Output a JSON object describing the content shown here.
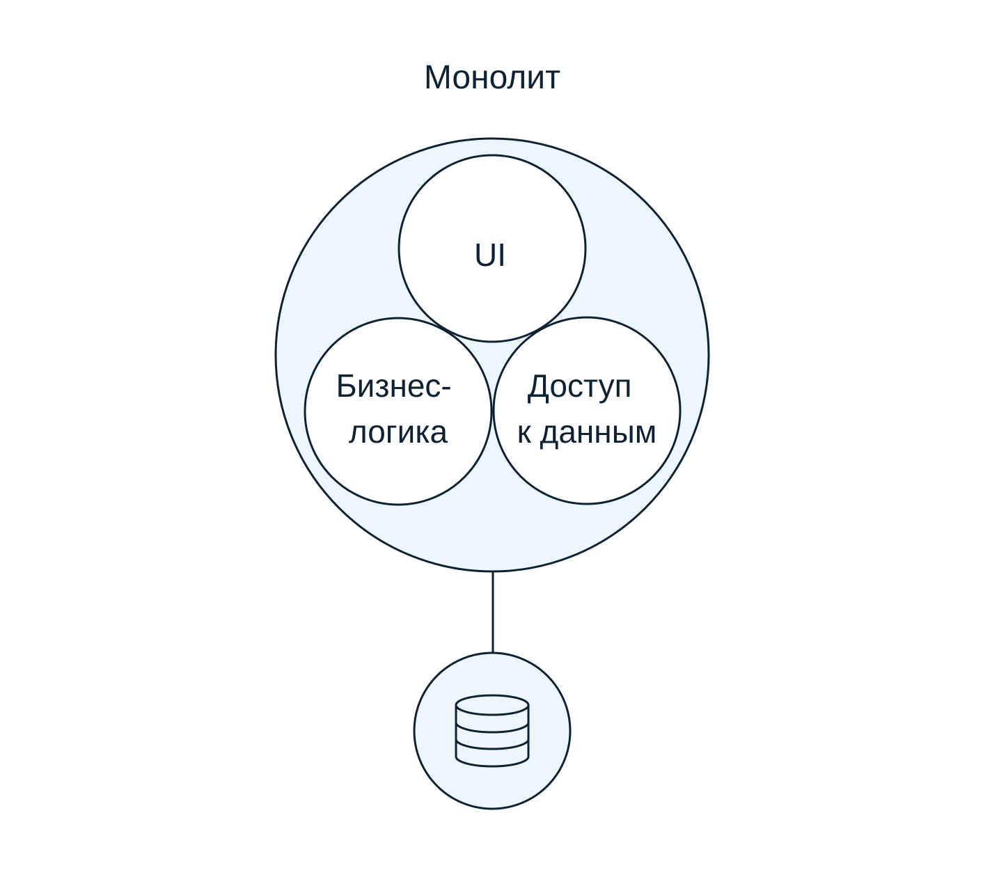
{
  "title": "Монолит",
  "colors": {
    "stroke": "#0f2233",
    "container_fill": "#eef6fd",
    "inner_fill": "#ffffff",
    "text": "#0f2233"
  },
  "monolith": {
    "components": {
      "ui": "UI",
      "business_logic": {
        "line1": "Бизнес-",
        "line2": "логика"
      },
      "data_access": {
        "line1": "Доступ",
        "line2": "к данным"
      }
    }
  },
  "database": {
    "icon": "database-icon"
  }
}
